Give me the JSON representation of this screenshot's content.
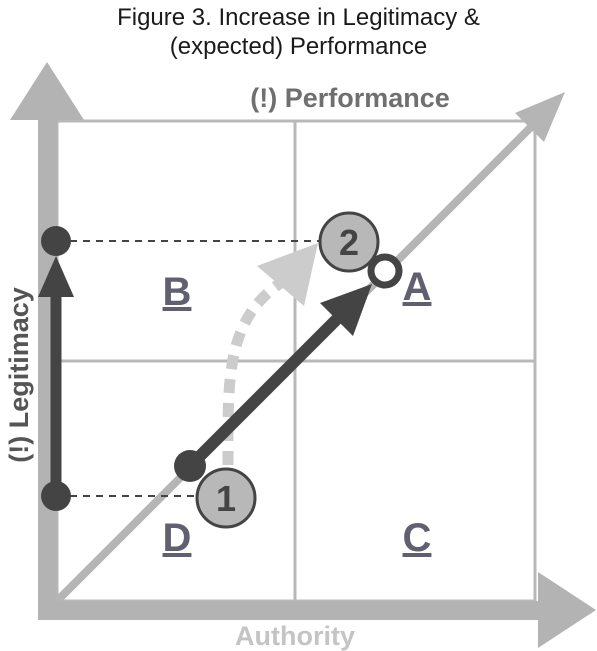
{
  "figure": {
    "title_line_1": "Figure 3. Increase in Legitimacy &",
    "title_line_2": "(expected) Performance"
  },
  "axes": {
    "performance_label": "(!) Performance",
    "legitimacy_label": "(!) Legitimacy",
    "authority_label": "Authority"
  },
  "quadrants": {
    "top_left": "B",
    "top_right": "A",
    "bottom_left": "D",
    "bottom_right": "C"
  },
  "markers": {
    "start": "1",
    "end": "2"
  },
  "colors": {
    "axis_gray": "#b3b3b3",
    "dark": "#444444",
    "marker_fill": "#b8b8b8",
    "quadrant_letter": "#606070",
    "dotted_path": "#cccccc"
  }
}
